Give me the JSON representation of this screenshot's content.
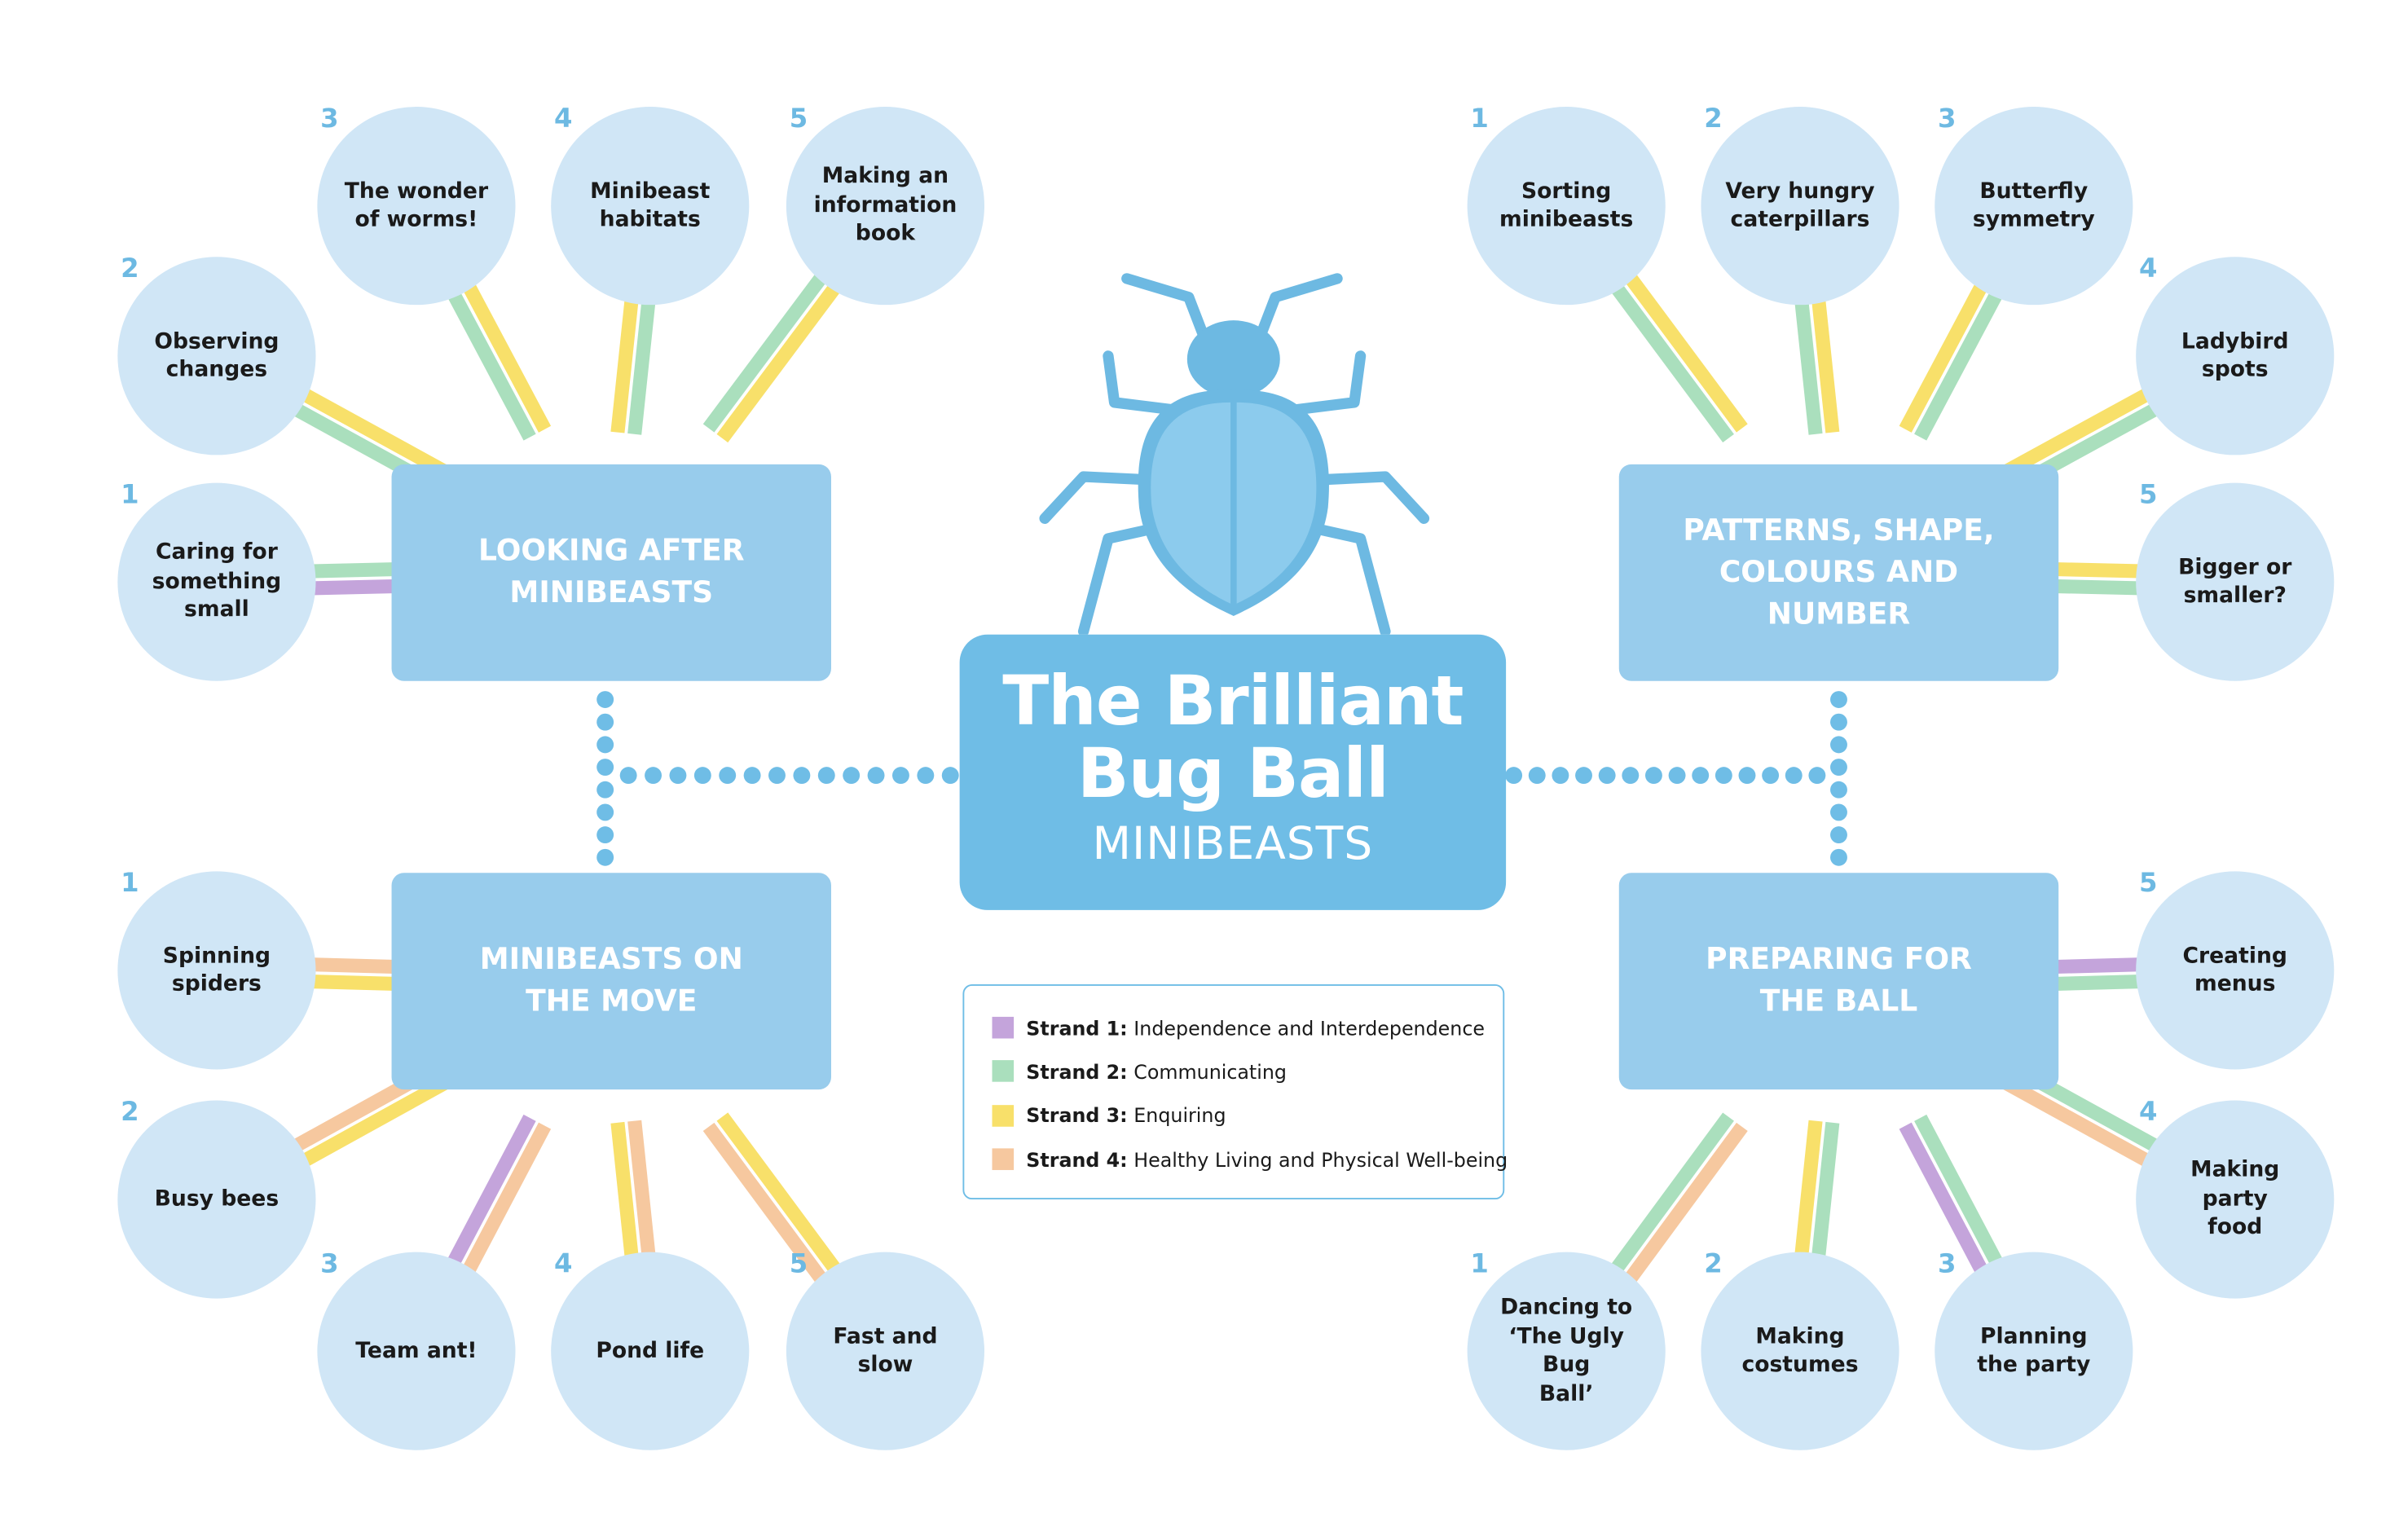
{
  "colors": {
    "strand1": "#c4a4db",
    "strand2": "#aadfbd",
    "strand3": "#f8e06a",
    "strand4": "#f6c89f",
    "topic_box": "#98ccec",
    "center_box": "#6fbde6",
    "circle": "#d0e6f6",
    "dots": "#6fbde6",
    "bug_body": "#8ccbed",
    "bug_dark": "#6db9e2"
  },
  "center": {
    "title_line1": "The Brilliant",
    "title_line2": "Bug Ball",
    "subtitle": "MINIBEASTS",
    "icon": "beetle-icon"
  },
  "legend": [
    {
      "strand": "Strand 1:",
      "desc": "Independence and Interdependence",
      "color": "#c4a4db"
    },
    {
      "strand": "Strand 2:",
      "desc": "Communicating",
      "color": "#aadfbd"
    },
    {
      "strand": "Strand 3:",
      "desc": "Enquiring",
      "color": "#f8e06a"
    },
    {
      "strand": "Strand 4:",
      "desc": "Healthy Living and Physical Well-being",
      "color": "#f6c89f"
    }
  ],
  "topics": [
    {
      "id": "looking-after",
      "title_lines": [
        "LOOKING AFTER",
        "MINIBEASTS"
      ],
      "activities": [
        {
          "number": "1",
          "lines": [
            "Caring for",
            "something",
            "small"
          ],
          "strands": [
            2,
            1
          ]
        },
        {
          "number": "2",
          "lines": [
            "Observing",
            "changes"
          ],
          "strands": [
            3,
            2
          ]
        },
        {
          "number": "3",
          "lines": [
            "The wonder",
            "of worms!"
          ],
          "strands": [
            3,
            2
          ]
        },
        {
          "number": "4",
          "lines": [
            "Minibeast",
            "habitats"
          ],
          "strands": [
            2,
            3
          ]
        },
        {
          "number": "5",
          "lines": [
            "Making an",
            "information",
            "book"
          ],
          "strands": [
            3,
            2
          ]
        }
      ]
    },
    {
      "id": "patterns",
      "title_lines": [
        "PATTERNS, SHAPE,",
        "COLOURS AND NUMBER"
      ],
      "activities": [
        {
          "number": "1",
          "lines": [
            "Sorting",
            "minibeasts"
          ],
          "strands": [
            3,
            2
          ]
        },
        {
          "number": "2",
          "lines": [
            "Very hungry",
            "caterpillars"
          ],
          "strands": [
            3,
            2
          ]
        },
        {
          "number": "3",
          "lines": [
            "Butterfly",
            "symmetry"
          ],
          "strands": [
            2,
            3
          ]
        },
        {
          "number": "4",
          "lines": [
            "Ladybird",
            "spots"
          ],
          "strands": [
            2,
            3
          ]
        },
        {
          "number": "5",
          "lines": [
            "Bigger or",
            "smaller?"
          ],
          "strands": [
            2,
            3
          ]
        }
      ]
    },
    {
      "id": "on-the-move",
      "title_lines": [
        "MINIBEASTS ON",
        "THE MOVE"
      ],
      "activities": [
        {
          "number": "1",
          "lines": [
            "Spinning",
            "spiders"
          ],
          "strands": [
            4,
            3
          ]
        },
        {
          "number": "2",
          "lines": [
            "Busy bees"
          ],
          "strands": [
            4,
            3
          ]
        },
        {
          "number": "3",
          "lines": [
            "Team ant!"
          ],
          "strands": [
            1,
            4
          ]
        },
        {
          "number": "4",
          "lines": [
            "Pond life"
          ],
          "strands": [
            3,
            4
          ]
        },
        {
          "number": "5",
          "lines": [
            "Fast and",
            "slow"
          ],
          "strands": [
            4,
            3
          ]
        }
      ]
    },
    {
      "id": "preparing",
      "title_lines": [
        "PREPARING FOR",
        "THE BALL"
      ],
      "activities": [
        {
          "number": "1",
          "lines": [
            "Dancing to",
            "‘The Ugly Bug",
            "Ball’"
          ],
          "strands": [
            2,
            4
          ]
        },
        {
          "number": "2",
          "lines": [
            "Making",
            "costumes"
          ],
          "strands": [
            3,
            2
          ]
        },
        {
          "number": "3",
          "lines": [
            "Planning",
            "the party"
          ],
          "strands": [
            1,
            2
          ]
        },
        {
          "number": "4",
          "lines": [
            "Making party",
            "food"
          ],
          "strands": [
            4,
            2
          ]
        },
        {
          "number": "5",
          "lines": [
            "Creating",
            "menus"
          ],
          "strands": [
            2,
            1
          ]
        }
      ]
    }
  ]
}
